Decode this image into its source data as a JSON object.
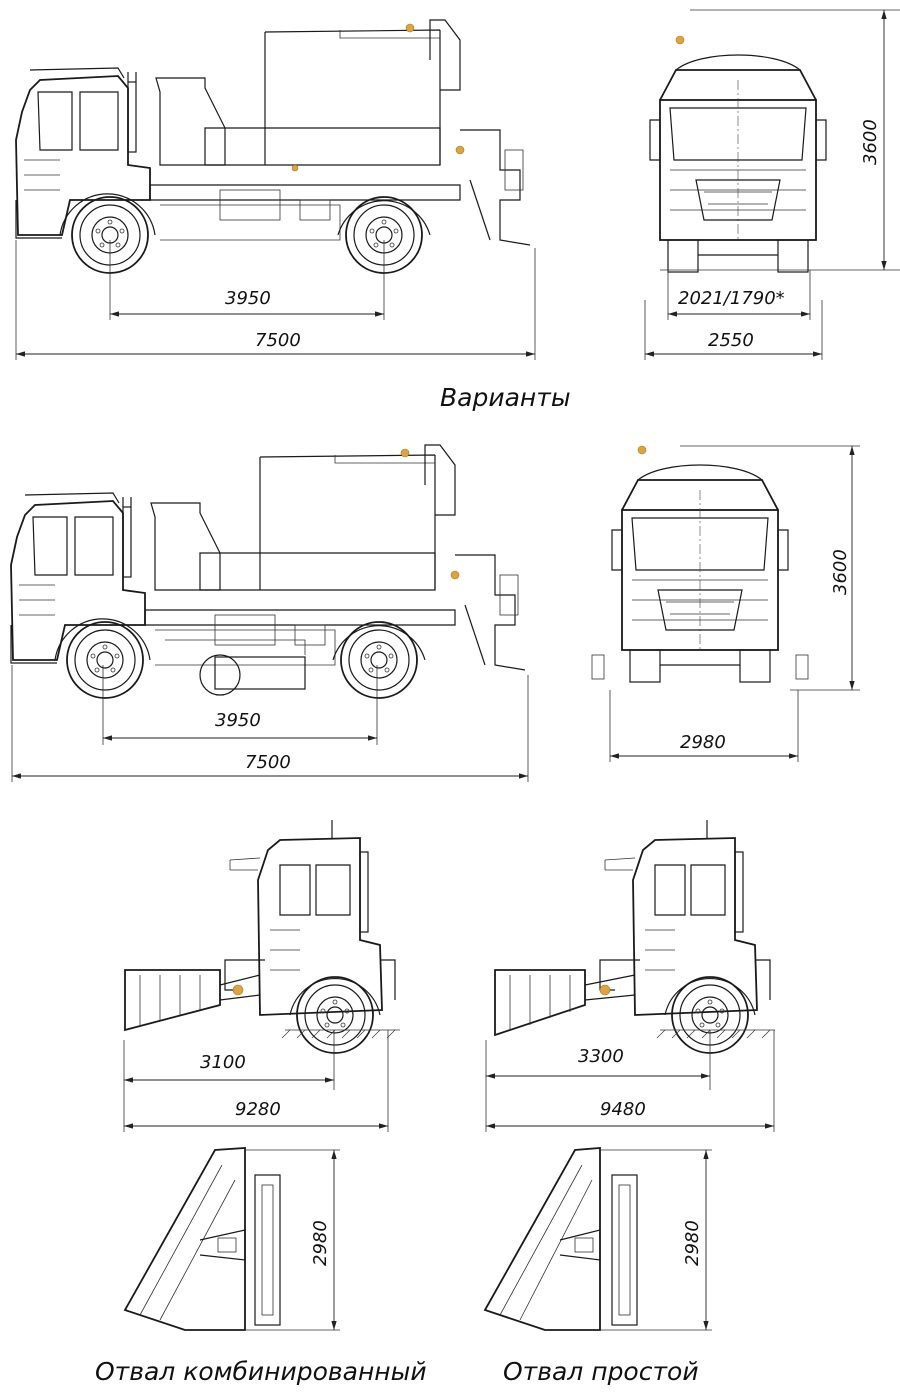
{
  "sections": {
    "base": {
      "wheelbase": "3950",
      "overall_length": "7500",
      "track": "2021/1790*",
      "width": "2550",
      "height": "3600"
    },
    "variants_title": "Варианты",
    "brush_variant": {
      "wheelbase": "3950",
      "overall_length": "7500",
      "height": "3600",
      "width": "2980"
    },
    "plow_combined": {
      "front_to_axle": "3100",
      "overall_length": "9280",
      "blade_width": "2980",
      "caption": "Отвал комбинированный"
    },
    "plow_simple": {
      "front_to_axle": "3300",
      "overall_length": "9480",
      "blade_width": "2980",
      "caption": "Отвал простой"
    }
  },
  "colors": {
    "line": "#1a1a1a",
    "marker": "#d9a441"
  }
}
